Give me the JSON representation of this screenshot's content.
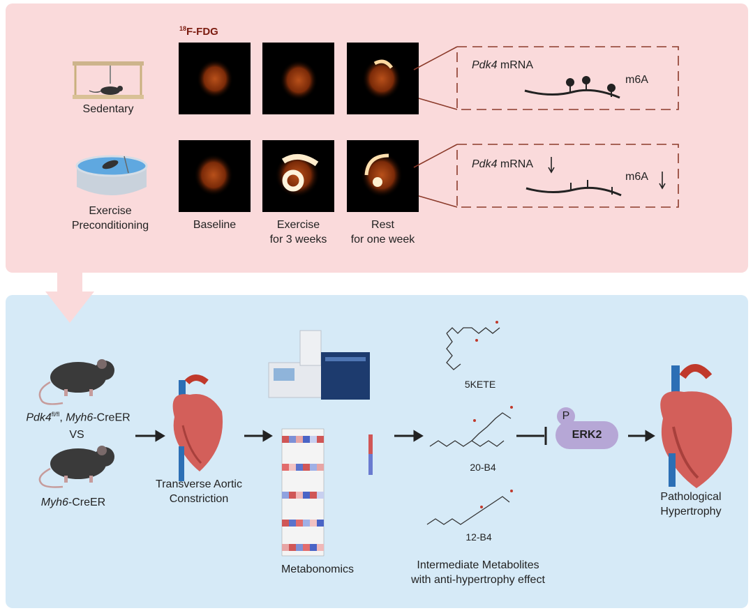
{
  "top": {
    "tracer": "18F-FDG",
    "tracer_sup": "18",
    "tracer_main": "F-FDG",
    "groups": {
      "sedentary": "Sedentary",
      "exercise_line1": "Exercise",
      "exercise_line2": "Preconditioning"
    },
    "timepoints": {
      "baseline": "Baseline",
      "exercise_line1": "Exercise",
      "exercise_line2": "for 3 weeks",
      "rest_line1": "Rest",
      "rest_line2": "for one week"
    },
    "mrna_gene": "Pdk4",
    "mrna_suffix": " mRNA",
    "mark_label": "m6A"
  },
  "bottom": {
    "mouse_label_a_gene": "Pdk4",
    "mouse_label_a_sup": "fl/fl",
    "mouse_label_a_sep": ", ",
    "mouse_label_a_cre_gene": "Myh6",
    "mouse_label_a_cre_suffix": "-CreER",
    "vs": "VS",
    "mouse_label_b_gene": "Myh6",
    "mouse_label_b_suffix": "-CreER",
    "tac_line1": "Transverse Aortic",
    "tac_line2": "Constriction",
    "metabonomics": "Metabonomics",
    "metabolites": [
      "5KETE",
      "20-B4",
      "12-B4"
    ],
    "intermediate_line1": "Intermediate Metabolites",
    "intermediate_line2": "with anti-hypertrophy effect",
    "phospho": "P",
    "kinase": "ERK2",
    "outcome_line1": "Pathological",
    "outcome_line2": "Hypertrophy"
  },
  "colors": {
    "top_panel": "#fadadb",
    "bottom_panel": "#d6eaf7",
    "tracer_text": "#7a1b0f",
    "dashed_box": "#8b3a2a",
    "erk2": "#b6a7d6"
  }
}
